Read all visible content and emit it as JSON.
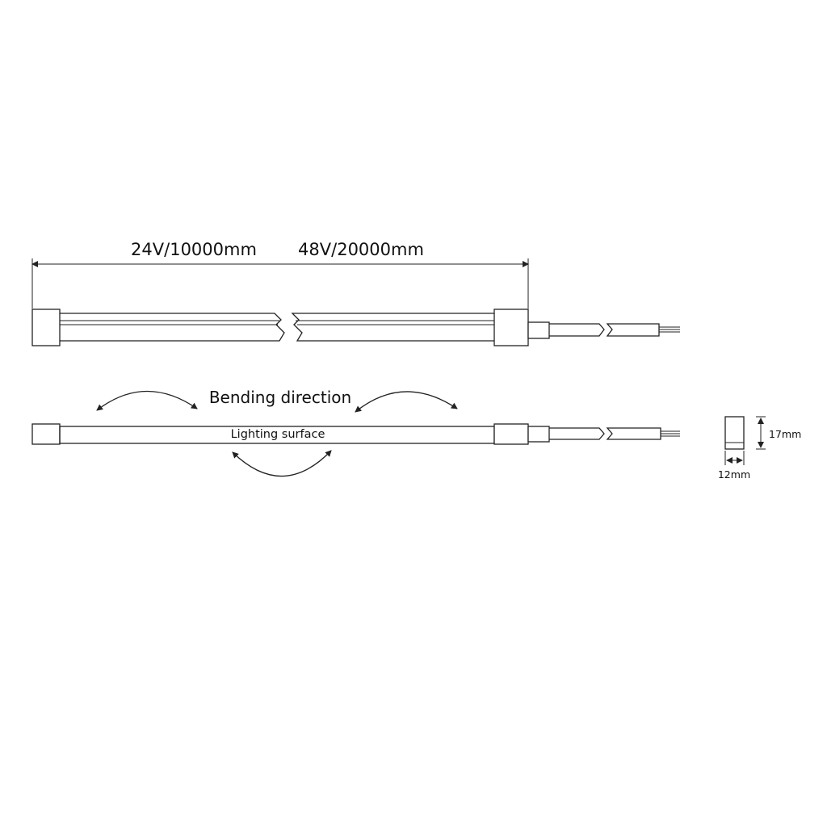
{
  "dimension_top": {
    "length_24v": "24V/10000mm",
    "length_48v": "48V/20000mm"
  },
  "bending": {
    "label": "Bending direction",
    "surface_label": "Lighting surface"
  },
  "cross_section": {
    "height_label": "17mm",
    "width_label": "12mm"
  },
  "colors": {
    "line": "#222222",
    "background": "#ffffff"
  }
}
